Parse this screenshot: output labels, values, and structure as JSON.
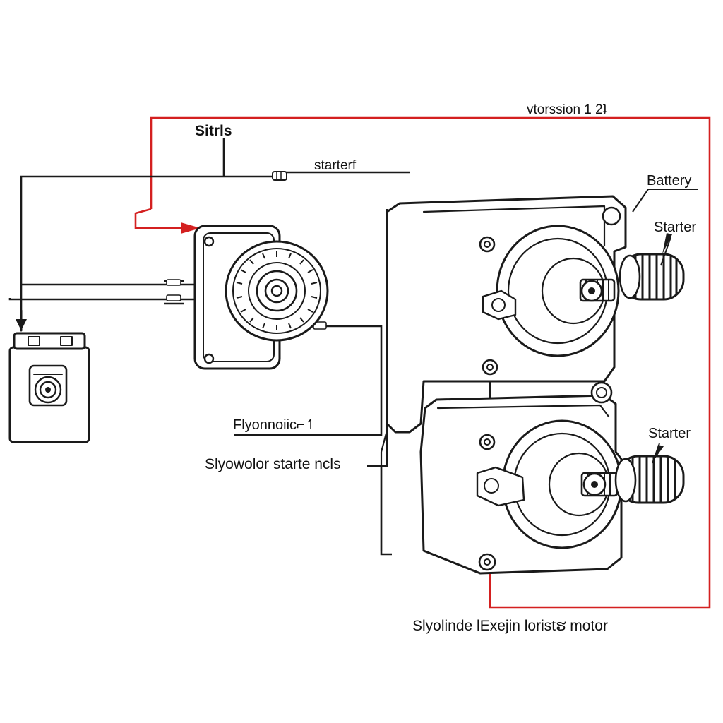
{
  "colors": {
    "ink": "#1a1a1a",
    "accent_wire": "#d42020",
    "background": "#ffffff"
  },
  "labels": {
    "version": "ᴠtorssion  1  2ʇ",
    "top_left": "Sitrls",
    "starter_lead": "starterf",
    "battery": "Battery",
    "starter_upper": "Starter",
    "starter_lower": "Starter",
    "flywheel": "Flyonnoiic⌐↿",
    "solenoid": "Slyowolor  starte ncls",
    "bottom_caption": "Slyolinde lExejin loristຮ motor"
  },
  "icons": {
    "battery": "battery-icon",
    "starter_motor": "starter-motor-icon",
    "engine_block": "engine-block-icon",
    "arrow": "arrow-right-icon"
  }
}
